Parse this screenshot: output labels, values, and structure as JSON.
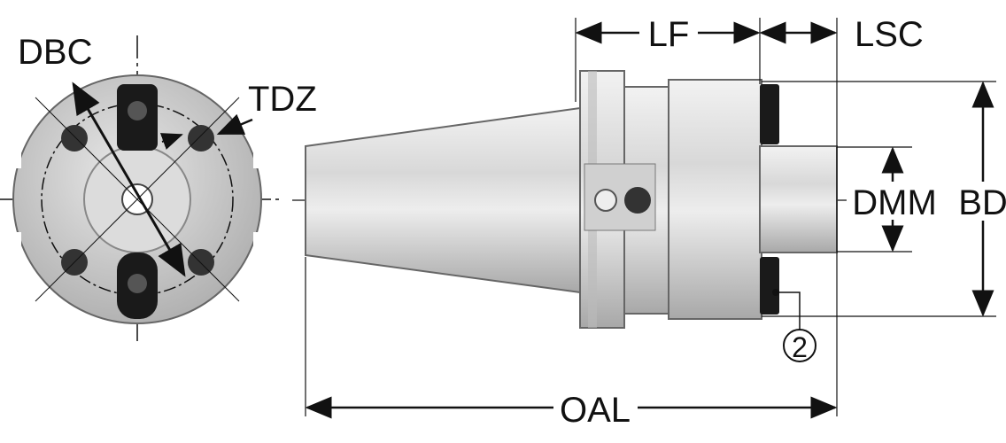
{
  "labels": {
    "dbc": "DBC",
    "tdz": "TDZ",
    "lf": "LF",
    "lsc": "LSC",
    "dmm": "DMM",
    "bd": "BD",
    "oal": "OAL",
    "item_2": "2"
  },
  "colors": {
    "metal_light": "#e4e4e4",
    "metal_mid": "#c8c8c8",
    "metal_dark": "#9a9a9a",
    "outline": "#555555",
    "line": "#111111",
    "black_part": "#1a1a1a"
  }
}
